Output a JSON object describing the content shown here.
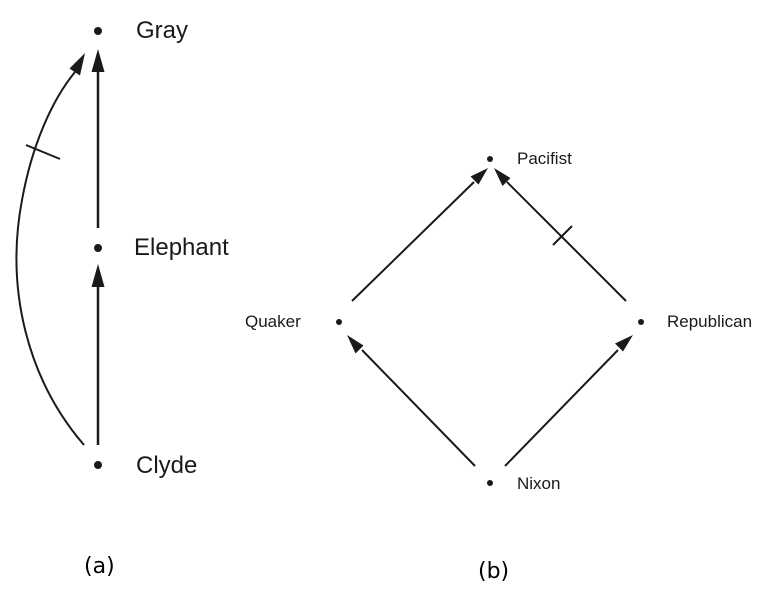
{
  "diagrams": [
    {
      "id": "a",
      "caption": "(a)",
      "nodes": [
        {
          "id": "gray",
          "label": "Gray"
        },
        {
          "id": "elephant",
          "label": "Elephant"
        },
        {
          "id": "clyde",
          "label": "Clyde"
        }
      ],
      "edges": [
        {
          "from": "clyde",
          "to": "elephant",
          "negated": false
        },
        {
          "from": "elephant",
          "to": "gray",
          "negated": false
        },
        {
          "from": "clyde",
          "to": "gray",
          "negated": true
        }
      ]
    },
    {
      "id": "b",
      "caption": "(b)",
      "nodes": [
        {
          "id": "pacifist",
          "label": "Pacifist"
        },
        {
          "id": "quaker",
          "label": "Quaker"
        },
        {
          "id": "republican",
          "label": "Republican"
        },
        {
          "id": "nixon",
          "label": "Nixon"
        }
      ],
      "edges": [
        {
          "from": "quaker",
          "to": "pacifist",
          "negated": false
        },
        {
          "from": "republican",
          "to": "pacifist",
          "negated": true
        },
        {
          "from": "nixon",
          "to": "quaker",
          "negated": false
        },
        {
          "from": "nixon",
          "to": "republican",
          "negated": false
        }
      ]
    }
  ]
}
